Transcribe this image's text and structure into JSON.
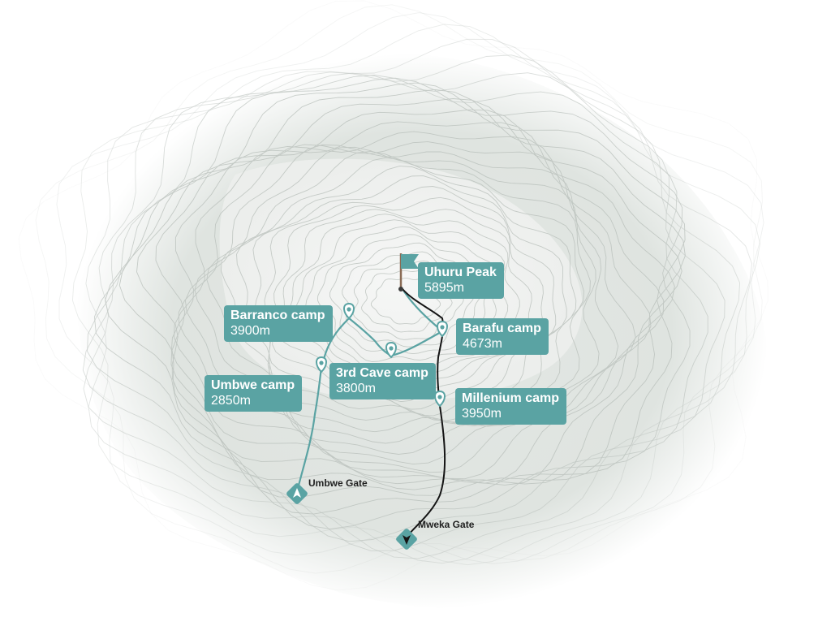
{
  "map": {
    "colors": {
      "route": "#5aa3a3",
      "descent": "#151515",
      "label_bg": "#5aa3a3",
      "label_text": "#ffffff",
      "terrain": "#dfe4e0",
      "contour": "#b4bcb7"
    },
    "summit": {
      "name": "Uhuru Peak",
      "elevation": "5895m",
      "icon": "flag-icon"
    },
    "camps": [
      {
        "name": "Barranco camp",
        "elevation": "3900m",
        "icon": "map-pin-icon"
      },
      {
        "name": "Barafu camp",
        "elevation": "4673m",
        "icon": "map-pin-icon"
      },
      {
        "name": "3rd Cave camp",
        "elevation": "3800m",
        "icon": "map-pin-icon"
      },
      {
        "name": "Umbwe camp",
        "elevation": "2850m",
        "icon": "map-pin-icon"
      },
      {
        "name": "Millenium camp",
        "elevation": "3950m",
        "icon": "map-pin-icon"
      }
    ],
    "gates": [
      {
        "name": "Umbwe Gate",
        "icon": "arrow-up-diamond-icon"
      },
      {
        "name": "Mweka Gate",
        "icon": "arrow-down-diamond-icon"
      }
    ]
  }
}
